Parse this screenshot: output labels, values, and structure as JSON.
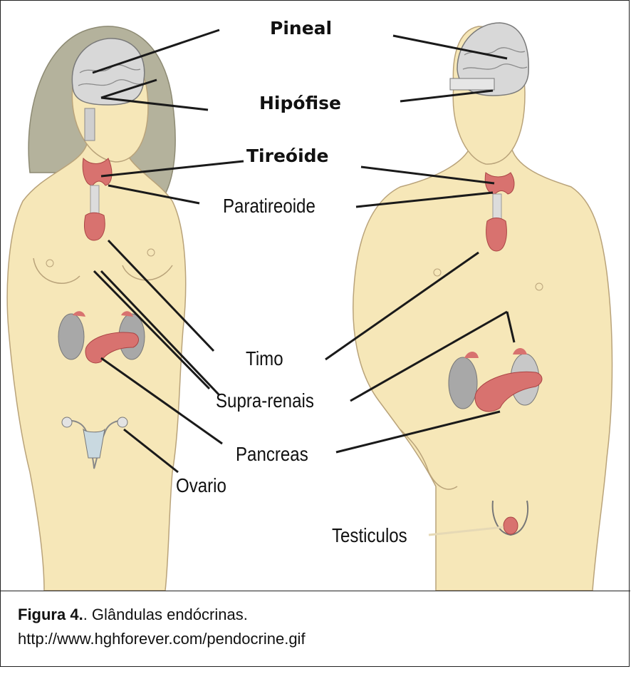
{
  "labels": {
    "pineal": "Pineal",
    "hipofise": "Hipófise",
    "tireoide": "Tireóide",
    "paratireoide": "Paratireoide",
    "timo": "Timo",
    "supra_renais": "Supra-renais",
    "pancreas": "Pancreas",
    "ovario": "Ovario",
    "testiculos": "Testiculos"
  },
  "caption": {
    "figure_number": "Figura 4.",
    "title": ". Glândulas endócrinas.",
    "source": "http://www.hghforever.com/pendocrine.gif"
  },
  "colors": {
    "skin": "#f6e7b8",
    "skin_outline": "#b9a37a",
    "hair": "#b4b29c",
    "brain": "#d8d8d8",
    "thyroid": "#d8726f",
    "kidney": "#a8a8a8",
    "pancreas": "#d8726f",
    "leader_line": "#1a1a1a"
  }
}
